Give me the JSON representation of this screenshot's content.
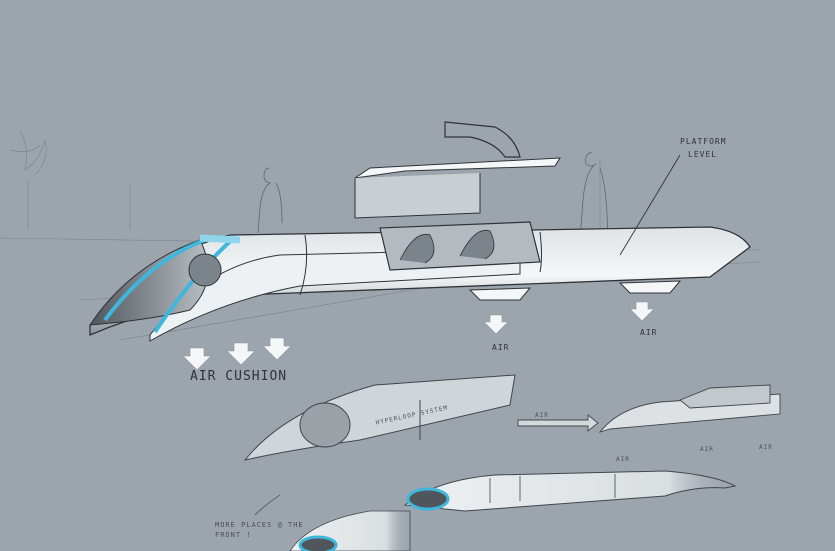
{
  "image": {
    "subject": "Hyperloop passenger capsule concept sketch",
    "background_color": "#9ca5ad",
    "accent_color": "#3fb7dc",
    "pencil_color": "#2f3338",
    "highlight_color": "#eef1f3"
  },
  "annotations": {
    "platform_level": [
      "PLATFORM",
      "LEVEL"
    ],
    "air_cushion": "AIR CUSHION",
    "air_middle": "AIR",
    "air_right": "AIR",
    "side_text": "HYPERLOOP SYSTEM",
    "flow_air": "AIR",
    "mini_air_1": "AIR",
    "mini_air_2": "AIR",
    "mini_air_3": "AIR",
    "bottom_note": [
      "MORE PLACES @ THE",
      "FRONT !"
    ]
  }
}
